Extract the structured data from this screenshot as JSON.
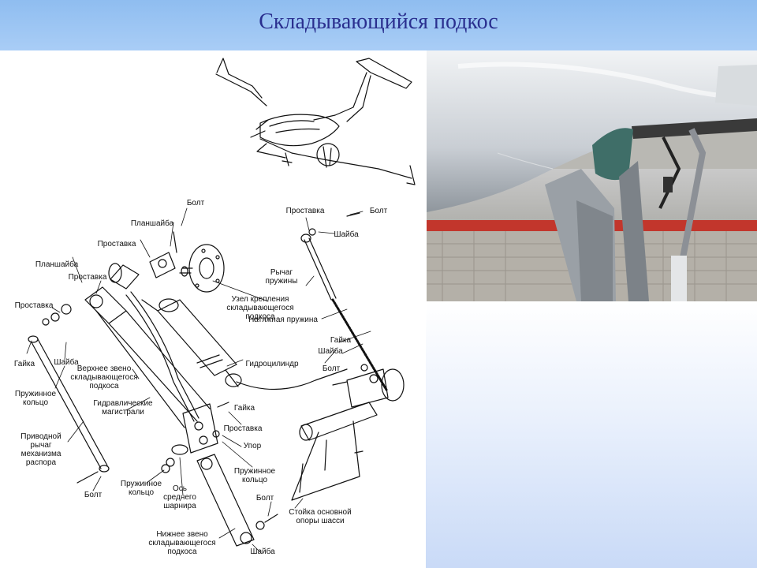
{
  "slide": {
    "title": "Складывающийся подкос"
  },
  "diagram": {
    "labels": {
      "bolt_top": "Болт",
      "planshaiba_top": "Планшайба",
      "prostavka_1": "Проставка",
      "planshaiba_left": "Планшайба",
      "prostavka_2": "Проставка",
      "prostavka_3": "Проставка",
      "gaika_left": "Гайка",
      "shaiba_left": "Шайба",
      "spring_ring_left": "Пружинное\nкольцо",
      "upper_link": "Верхнее звено\nскладывающегося\nподкоса",
      "hydraulic_lines": "Гидравлические\nмагистрали",
      "drive_lever": "Приводной\nрычаг\nмеханизма\nраспора",
      "bolt_bottom_left": "Болт",
      "spring_ring_bottom": "Пружинное\nкольцо",
      "middle_hinge_axis": "Ось\nсреднего\nшарнира",
      "lower_link": "Нижнее звено\nскладывающегося\nподкоса",
      "shaiba_bottom": "Шайба",
      "bolt_bottom": "Болт",
      "spring_ring_right": "Пружинное\nкольцо",
      "stop": "Упор",
      "prostavka_mid": "Проставка",
      "gaika_mid": "Гайка",
      "main_gear_strut": "Стойка основной\nопоры шасси",
      "hydraulic_cylinder": "Гидроцилиндр",
      "bolt_right": "Болт",
      "shaiba_right_mid": "Шайба",
      "gaika_right": "Гайка",
      "tension_spring": "Натяжная пружина",
      "strut_mount": "Узел крепления\nскладывающегося подкоса",
      "spring_lever": "Рычаг\nпружины",
      "shaiba_top_right": "Шайба",
      "prostavka_top_right": "Проставка",
      "bolt_top_right": "Болт"
    }
  },
  "colors": {
    "title_text": "#2a2f8f",
    "title_bar": "#a3c8f4",
    "background_bottom": "#c8d9f7"
  }
}
